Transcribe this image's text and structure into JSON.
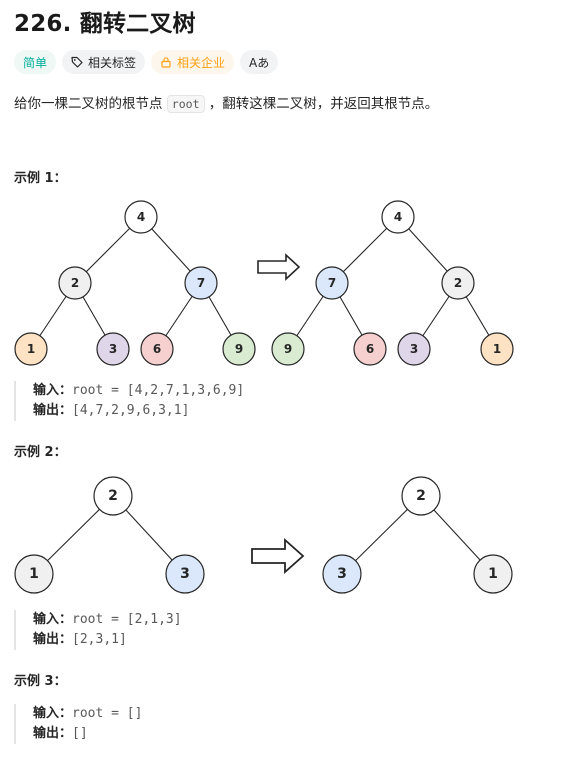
{
  "problem": {
    "title": "226. 翻转二叉树",
    "tags": {
      "difficulty": "简单",
      "topics": "相关标签",
      "companies": "相关企业",
      "translate": "Aあ"
    },
    "description_pre": "给你一棵二叉树的根节点 ",
    "description_code": "root",
    "description_post": " ，翻转这棵二叉树，并返回其根节点。"
  },
  "examples": [
    {
      "title": "示例 1：",
      "input_label": "输入：",
      "input_value": "root = [4,2,7,1,3,6,9]",
      "output_label": "输出：",
      "output_value": "[4,7,2,9,6,3,1]"
    },
    {
      "title": "示例 2：",
      "input_label": "输入：",
      "input_value": "root = [2,1,3]",
      "output_label": "输出：",
      "output_value": "[2,3,1]"
    },
    {
      "title": "示例 3：",
      "input_label": "输入：",
      "input_value": "root = []",
      "output_label": "输出：",
      "output_value": "[]"
    }
  ],
  "trees": {
    "ex1_before": [
      "4",
      "2",
      "7",
      "1",
      "3",
      "6",
      "9"
    ],
    "ex1_after": [
      "4",
      "7",
      "2",
      "9",
      "6",
      "3",
      "1"
    ],
    "ex2_before": [
      "2",
      "1",
      "3"
    ],
    "ex2_after": [
      "2",
      "3",
      "1"
    ]
  },
  "colors": {
    "white": "#ffffff",
    "gray": "#f0f0f0",
    "blue": "#dbe8fb",
    "orange": "#fde3c4",
    "purple": "#e0d6ea",
    "red": "#f6d0cf",
    "green": "#d9ecd2",
    "difficulty_text": "#00af9b",
    "company_text": "#ffa116"
  }
}
